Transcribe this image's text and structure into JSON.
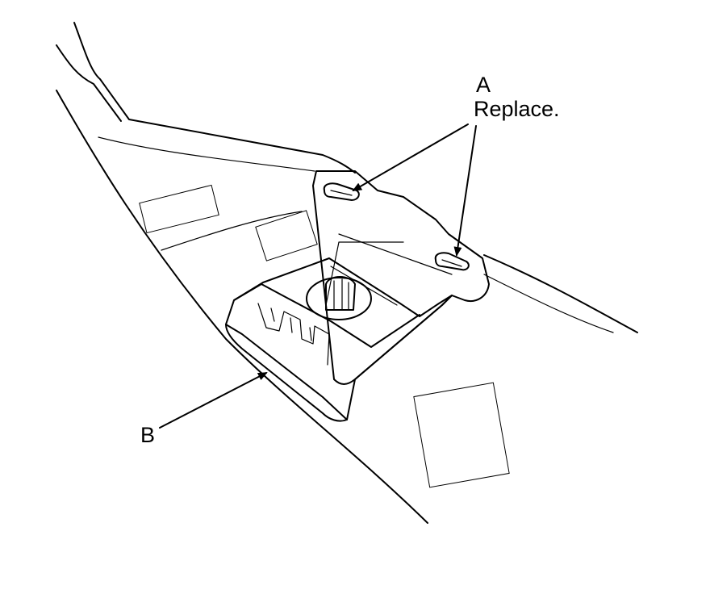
{
  "callouts": {
    "a_letter": "A",
    "a_note": "Replace.",
    "b_letter": "B"
  },
  "colors": {
    "line": "#000000",
    "background": "#ffffff"
  }
}
